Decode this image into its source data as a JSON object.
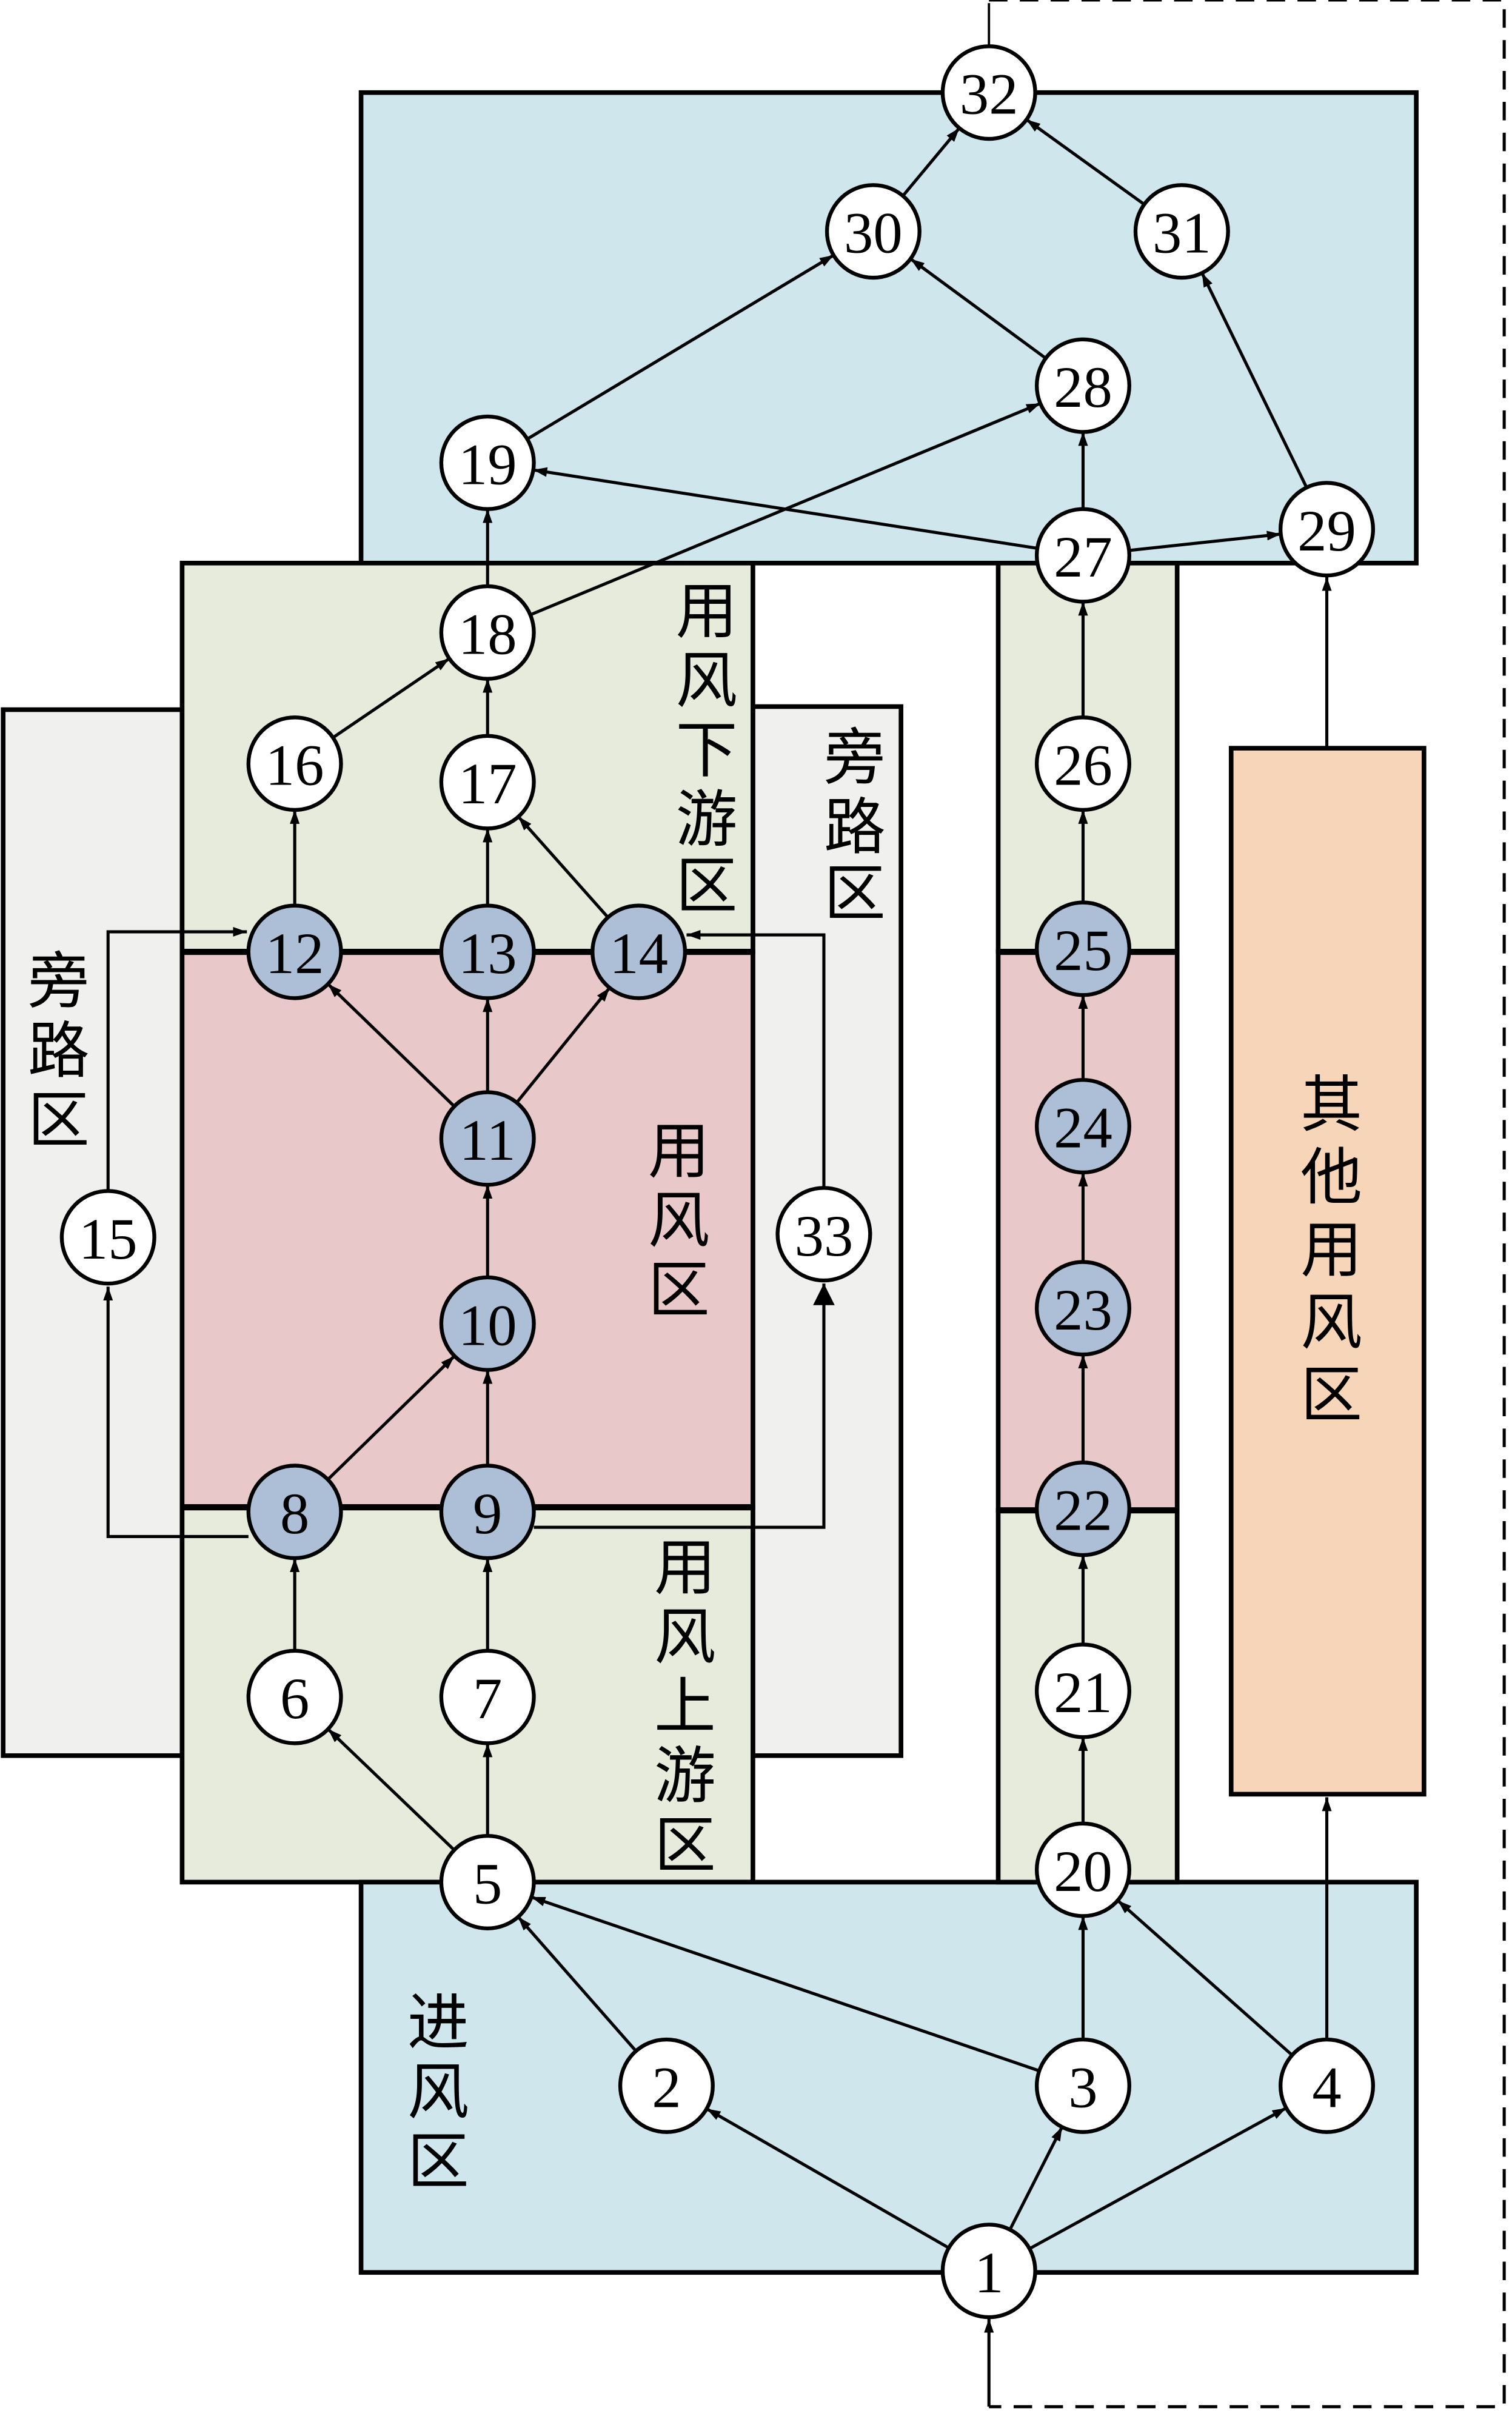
{
  "diagram": {
    "title": "",
    "colors": {
      "intake_zone": "#cfe6ec",
      "return_zone": "#cfe6ec",
      "upstream_zone": "#e6ebdc",
      "downstream_zone": "#e6ebdc",
      "working_zone": "#e8c8c8",
      "bypass_zone": "#f0f0ee",
      "other_zone": "#f6d5b8",
      "node_white": "#ffffff",
      "node_blue": "#adbfd6"
    },
    "zones": [
      {
        "id": "intake",
        "label": "进风区",
        "chars": [
          "进",
          "风",
          "区"
        ]
      },
      {
        "id": "return",
        "label": "",
        "chars": []
      },
      {
        "id": "upstream",
        "label": "用风上游区",
        "chars": [
          "用",
          "风",
          "上",
          "游",
          "区"
        ]
      },
      {
        "id": "downstream",
        "label": "用风下游区",
        "chars": [
          "用",
          "风",
          "下",
          "游",
          "区"
        ]
      },
      {
        "id": "working",
        "label": "用风区",
        "chars": [
          "用",
          "风",
          "区"
        ]
      },
      {
        "id": "bypass_left",
        "label": "旁路区",
        "chars": [
          "旁",
          "路",
          "区"
        ]
      },
      {
        "id": "bypass_right",
        "label": "旁路区",
        "chars": [
          "旁",
          "路",
          "区"
        ]
      },
      {
        "id": "other",
        "label": "其他用风区",
        "chars": [
          "其",
          "他",
          "用",
          "风",
          "区"
        ]
      }
    ],
    "nodes": [
      {
        "id": "1",
        "type": "white"
      },
      {
        "id": "2",
        "type": "white"
      },
      {
        "id": "3",
        "type": "white"
      },
      {
        "id": "4",
        "type": "white"
      },
      {
        "id": "5",
        "type": "white"
      },
      {
        "id": "6",
        "type": "white"
      },
      {
        "id": "7",
        "type": "white"
      },
      {
        "id": "8",
        "type": "blue"
      },
      {
        "id": "9",
        "type": "blue"
      },
      {
        "id": "10",
        "type": "blue"
      },
      {
        "id": "11",
        "type": "blue"
      },
      {
        "id": "12",
        "type": "blue"
      },
      {
        "id": "13",
        "type": "blue"
      },
      {
        "id": "14",
        "type": "blue"
      },
      {
        "id": "15",
        "type": "white"
      },
      {
        "id": "16",
        "type": "white"
      },
      {
        "id": "17",
        "type": "white"
      },
      {
        "id": "18",
        "type": "white"
      },
      {
        "id": "19",
        "type": "white"
      },
      {
        "id": "20",
        "type": "white"
      },
      {
        "id": "21",
        "type": "white"
      },
      {
        "id": "22",
        "type": "blue"
      },
      {
        "id": "23",
        "type": "blue"
      },
      {
        "id": "24",
        "type": "blue"
      },
      {
        "id": "25",
        "type": "blue"
      },
      {
        "id": "26",
        "type": "white"
      },
      {
        "id": "27",
        "type": "white"
      },
      {
        "id": "28",
        "type": "white"
      },
      {
        "id": "29",
        "type": "white"
      },
      {
        "id": "30",
        "type": "white"
      },
      {
        "id": "31",
        "type": "white"
      },
      {
        "id": "32",
        "type": "white"
      },
      {
        "id": "33",
        "type": "white"
      }
    ],
    "edges": [
      {
        "from": "1",
        "to": "2"
      },
      {
        "from": "1",
        "to": "3"
      },
      {
        "from": "1",
        "to": "4"
      },
      {
        "from": "2",
        "to": "5"
      },
      {
        "from": "3",
        "to": "5"
      },
      {
        "from": "3",
        "to": "20"
      },
      {
        "from": "4",
        "to": "20"
      },
      {
        "from": "4",
        "to": "other"
      },
      {
        "from": "5",
        "to": "6"
      },
      {
        "from": "5",
        "to": "7"
      },
      {
        "from": "6",
        "to": "8"
      },
      {
        "from": "7",
        "to": "9"
      },
      {
        "from": "8",
        "to": "10"
      },
      {
        "from": "9",
        "to": "10"
      },
      {
        "from": "10",
        "to": "11"
      },
      {
        "from": "11",
        "to": "12"
      },
      {
        "from": "11",
        "to": "13"
      },
      {
        "from": "11",
        "to": "14"
      },
      {
        "from": "8",
        "to": "15"
      },
      {
        "from": "15",
        "to": "12"
      },
      {
        "from": "9",
        "to": "33"
      },
      {
        "from": "33",
        "to": "14"
      },
      {
        "from": "12",
        "to": "16"
      },
      {
        "from": "13",
        "to": "17"
      },
      {
        "from": "14",
        "to": "17"
      },
      {
        "from": "16",
        "to": "18"
      },
      {
        "from": "17",
        "to": "18"
      },
      {
        "from": "18",
        "to": "19"
      },
      {
        "from": "18",
        "to": "28"
      },
      {
        "from": "20",
        "to": "21"
      },
      {
        "from": "21",
        "to": "22"
      },
      {
        "from": "22",
        "to": "23"
      },
      {
        "from": "23",
        "to": "24"
      },
      {
        "from": "24",
        "to": "25"
      },
      {
        "from": "25",
        "to": "26"
      },
      {
        "from": "26",
        "to": "27"
      },
      {
        "from": "27",
        "to": "19"
      },
      {
        "from": "27",
        "to": "28"
      },
      {
        "from": "27",
        "to": "29"
      },
      {
        "from": "other",
        "to": "29"
      },
      {
        "from": "19",
        "to": "30"
      },
      {
        "from": "28",
        "to": "30"
      },
      {
        "from": "29",
        "to": "31"
      },
      {
        "from": "30",
        "to": "32"
      },
      {
        "from": "31",
        "to": "32"
      },
      {
        "from": "32",
        "to": "1",
        "style": "dashed-loop"
      }
    ]
  }
}
